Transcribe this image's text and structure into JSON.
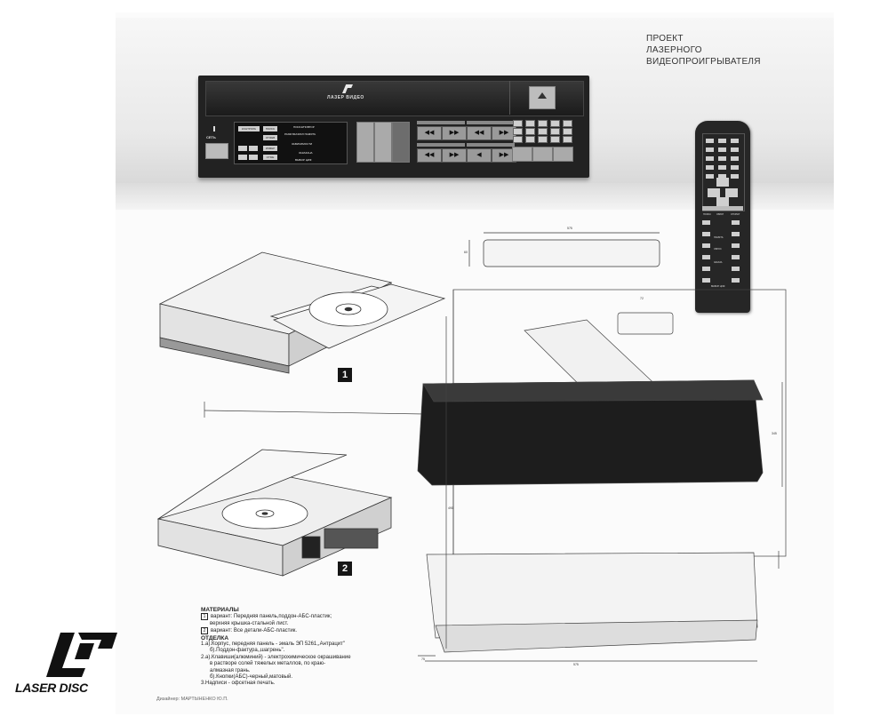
{
  "title": {
    "line1": "ПРОЕКТ",
    "line2": "ЛАЗЕРНОГО",
    "line3": "ВИДЕОПРОИГРЫВАТЕЛЯ"
  },
  "player": {
    "brand": "ЛАЗЕР ВИДЕО",
    "power_label": "СЕТЬ",
    "display_keys": [
      "КОНТРОЛЬ",
      "ПОИСК",
      "ОТЗЫВ",
      "ИЗМЕР",
      "ОТМЕ"
    ],
    "display_line1": "ПОИСК/ПОВТОР",
    "display_line2": "РАЗМ ВЫЧИСЛ ПАМЯТЬ",
    "display_line3": "ЗАВИСИМОСТИ",
    "display_line4": "ЗАКАЗАНА",
    "display_line5": "ВЫБОР ЦИФ",
    "transport": [
      "◀◀",
      "▶▶",
      "◀◀",
      "▶▶",
      "◀◀",
      "▶▶",
      "◀",
      "▶▶"
    ]
  },
  "remote": {
    "labels": [
      "ПОИСК",
      "ОБРАТ",
      "ОТКРЫТ",
      "ПАМЯТЬ",
      "СБРОС",
      "ЗАКАЗА",
      "ВЫБОР ЦИФ"
    ]
  },
  "figures": {
    "fig1": "1",
    "fig2": "2"
  },
  "dimensions": [
    "575",
    "60",
    "72",
    "345",
    "490",
    "575",
    "75"
  ],
  "materials": {
    "heading": "МАТЕРИАЛЫ",
    "variant1_num": "1",
    "variant1_line1": "вариант: Передняя панель,поддон-АБС-пластик;",
    "variant1_line2": "верхняя крышка-стальной лист.",
    "variant2_num": "2",
    "variant2_line1": "вариант: Все детали-АБС-пластик.",
    "finish_heading": "ОТДЕЛКА",
    "finish1": "1.а).Корпус, передняя панель - эмаль ЭП 5261,,Антрацит\"",
    "finish2": "б).Поддон-фактура,,шагрень\".",
    "finish3": "2.а).Клавиши(алюминий) - электрохимическое окрашивание",
    "finish4": "в растворе солей тяжелых металлов, по краю-",
    "finish5": "алмазная грань.",
    "finish6": "б).Кнопки(АБС)-черный,матовый.",
    "finish7": "3.Надписи - офсетная печать."
  },
  "designer": "Дизайнер: МАРТЫНЕНКО Ю.П.",
  "logo_text": "LASER DISC",
  "colors": {
    "panel": "#222222",
    "key_light": "#cfcfcf",
    "button_grey": "#aaaaaa",
    "paper": "#fbfbfb",
    "ink": "#1a1a1a"
  }
}
